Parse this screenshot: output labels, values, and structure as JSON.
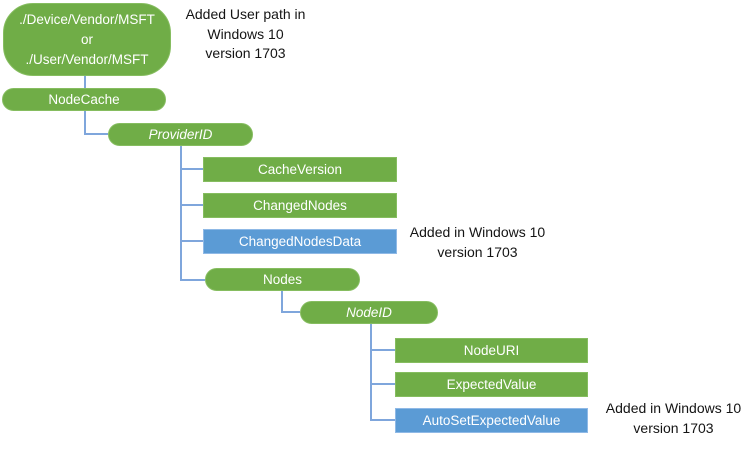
{
  "diagram": {
    "type": "tree",
    "colors": {
      "node_green": "#70AD47",
      "node_blue": "#5B9BD5",
      "connector": "#7FA6DC",
      "node_text": "#FFFFFF",
      "annotation_text": "#141414"
    },
    "nodes": [
      {
        "id": "root",
        "shape": "rounded",
        "color": "green",
        "lines": [
          "./Device/Vendor/MSFT",
          "or",
          "./User/Vendor/MSFT"
        ]
      },
      {
        "id": "nodecache",
        "shape": "pill",
        "color": "green",
        "label": "NodeCache"
      },
      {
        "id": "providerid",
        "shape": "pill",
        "color": "green",
        "italic": true,
        "label": "ProviderID"
      },
      {
        "id": "cacheversion",
        "shape": "rect",
        "color": "green",
        "label": "CacheVersion"
      },
      {
        "id": "changednodes",
        "shape": "rect",
        "color": "green",
        "label": "ChangedNodes"
      },
      {
        "id": "changednodesdata",
        "shape": "rect",
        "color": "blue",
        "label": "ChangedNodesData"
      },
      {
        "id": "nodes",
        "shape": "pill",
        "color": "green",
        "label": "Nodes"
      },
      {
        "id": "nodeid",
        "shape": "pill",
        "color": "green",
        "italic": true,
        "label": "NodeID"
      },
      {
        "id": "nodeuri",
        "shape": "rect",
        "color": "green",
        "label": "NodeURI"
      },
      {
        "id": "expectedvalue",
        "shape": "rect",
        "color": "green",
        "label": "ExpectedValue"
      },
      {
        "id": "autosetexpectedvalue",
        "shape": "rect",
        "color": "blue",
        "label": "AutoSetExpectedValue"
      }
    ],
    "annotations": [
      {
        "id": "user-path-note",
        "lines": [
          "Added User path in",
          "Windows 10",
          "version 1703"
        ]
      },
      {
        "id": "changednodesdata-note",
        "lines": [
          "Added in Windows 10",
          "version 1703"
        ]
      },
      {
        "id": "autosetexpectedvalue-note",
        "lines": [
          "Added in Windows 10",
          "version 1703"
        ]
      }
    ]
  }
}
